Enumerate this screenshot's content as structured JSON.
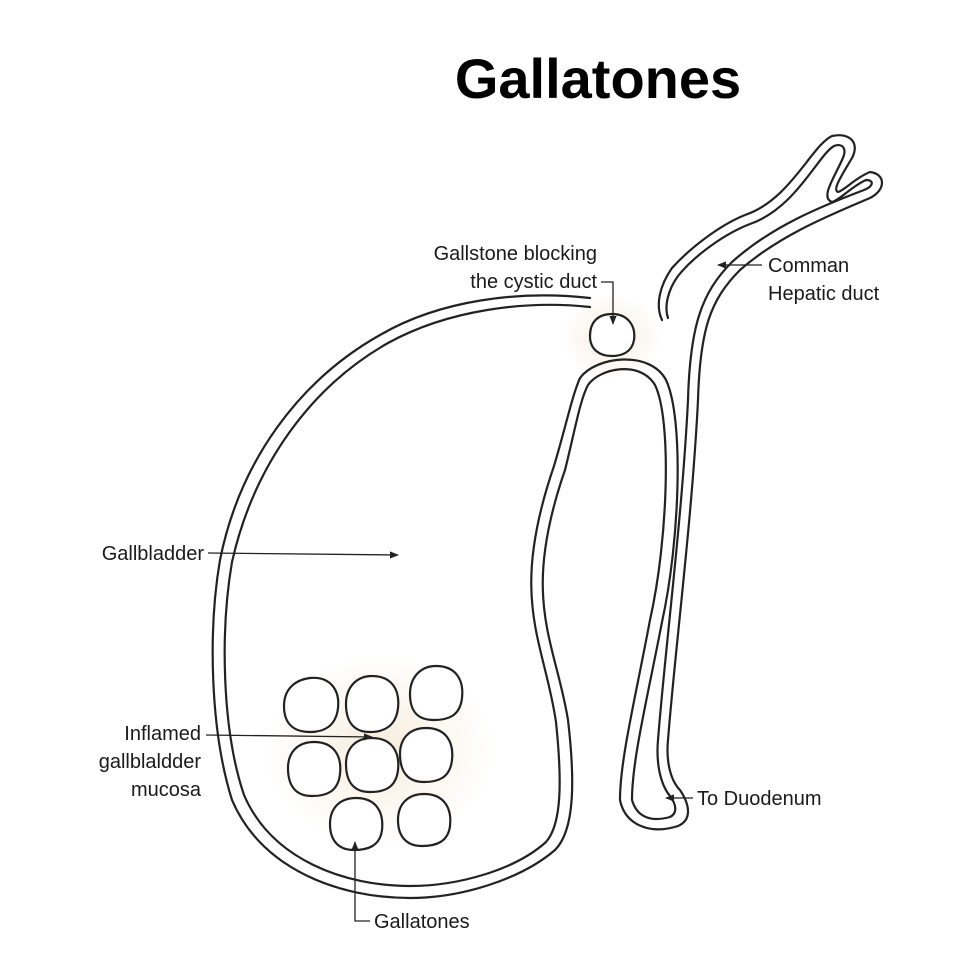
{
  "title": "Gallatones",
  "labels": {
    "cystic_blockage": [
      "Gallstone blocking",
      "the cystic duct"
    ],
    "hepatic_duct": [
      "Comman",
      "Hepatic duct"
    ],
    "gallbladder": "Gallbladder",
    "mucosa": [
      "Inflamed",
      "gallblaldder",
      "mucosa"
    ],
    "duodenum": "To Duodenum",
    "gallstones": "Gallatones"
  },
  "colors": {
    "outline": "#222222",
    "glow": "#f6ead8",
    "background": "#ffffff"
  }
}
